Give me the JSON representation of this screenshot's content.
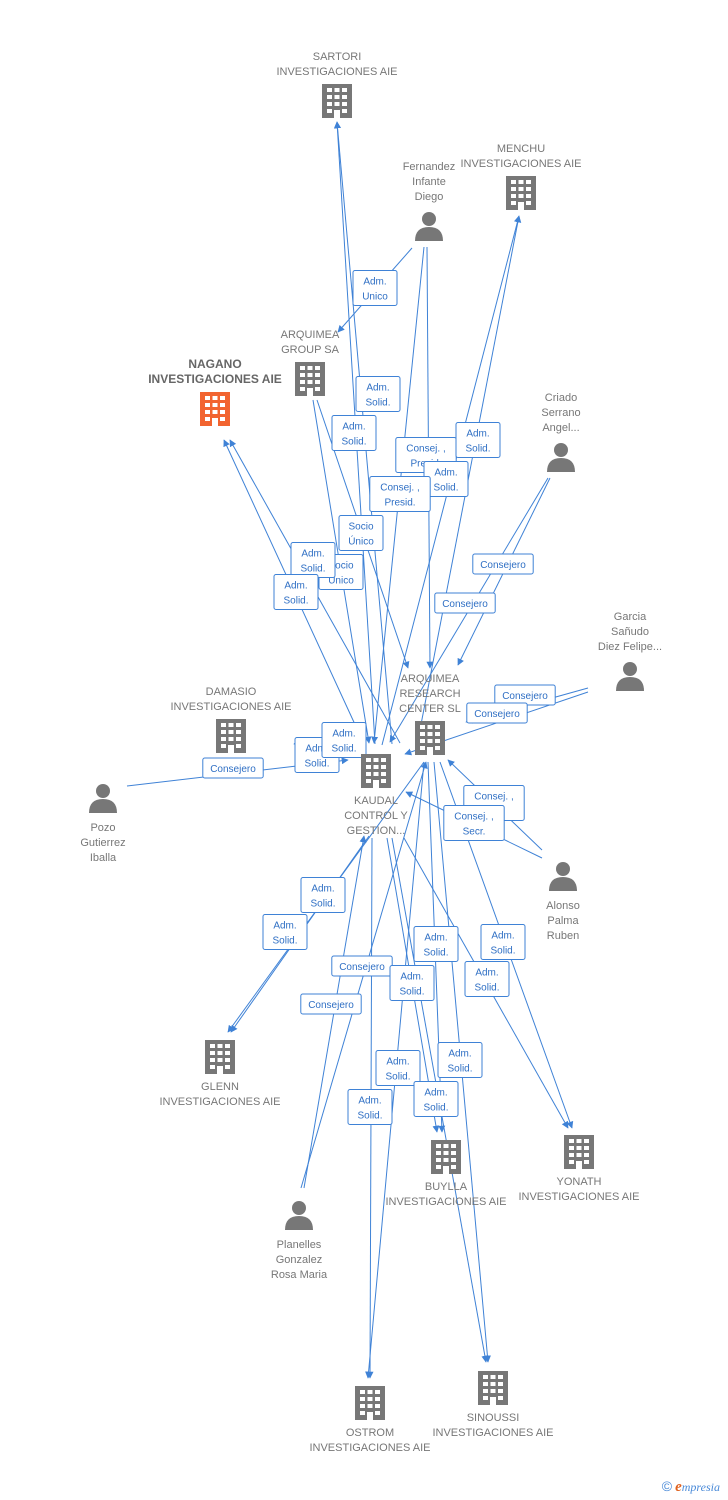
{
  "nodes": {
    "sartori": {
      "type": "company",
      "lines": [
        "SARTORI",
        "INVESTIGACIONES AIE"
      ]
    },
    "menchu": {
      "type": "company",
      "lines": [
        "MENCHU",
        "INVESTIGACIONES AIE"
      ]
    },
    "fernandez": {
      "type": "person",
      "lines": [
        "Fernandez",
        "Infante",
        "Diego"
      ]
    },
    "arquimea_group": {
      "type": "company",
      "lines": [
        "ARQUIMEA",
        "GROUP SA"
      ]
    },
    "nagano": {
      "type": "company",
      "highlight": true,
      "lines": [
        "NAGANO",
        "INVESTIGACIONES AIE"
      ]
    },
    "criado": {
      "type": "person",
      "lines": [
        "Criado",
        "Serrano",
        "Angel..."
      ]
    },
    "garcia": {
      "type": "person",
      "lines": [
        "Garcia",
        "Sañudo",
        "Diez Felipe..."
      ]
    },
    "arquimea_rc": {
      "type": "company",
      "lines": [
        "ARQUIMEA",
        "RESEARCH",
        "CENTER  SL"
      ]
    },
    "damasio": {
      "type": "company",
      "lines": [
        "DAMASIO",
        "INVESTIGACIONES AIE"
      ]
    },
    "kaudal": {
      "type": "company",
      "lines": [
        "KAUDAL",
        "CONTROL Y",
        "GESTION..."
      ]
    },
    "pozo": {
      "type": "person",
      "lines": [
        "Pozo",
        "Gutierrez",
        "Iballa"
      ]
    },
    "alonso": {
      "type": "person",
      "lines": [
        "Alonso",
        "Palma",
        "Ruben"
      ]
    },
    "glenn": {
      "type": "company",
      "lines": [
        "GLENN",
        "INVESTIGACIONES AIE"
      ]
    },
    "yonath": {
      "type": "company",
      "lines": [
        "YONATH",
        "INVESTIGACIONES AIE"
      ]
    },
    "buylla": {
      "type": "company",
      "lines": [
        "BUYLLA",
        "INVESTIGACIONES AIE"
      ]
    },
    "planelles": {
      "type": "person",
      "lines": [
        "Planelles",
        "Gonzalez",
        "Rosa Maria"
      ]
    },
    "ostrom": {
      "type": "company",
      "lines": [
        "OSTROM",
        "INVESTIGACIONES AIE"
      ]
    },
    "sinoussi": {
      "type": "company",
      "lines": [
        "SINOUSSI",
        "INVESTIGACIONES AIE"
      ]
    }
  },
  "edge_labels": {
    "adm_unico": [
      "Adm.",
      "Unico"
    ],
    "adm_solid": [
      "Adm.",
      "Solid."
    ],
    "consej_presid": [
      "Consej. ,",
      "Presid."
    ],
    "socio_unico": [
      "Socio",
      "Único"
    ],
    "consejero": [
      "Consejero"
    ],
    "consej_secr": [
      "Consej. ,",
      "Secr."
    ]
  },
  "footer": {
    "copyright": "©",
    "brand_initial": "e",
    "brand_rest": "mpresia"
  },
  "colors": {
    "edge": "#3f82d6",
    "node": "#777777",
    "highlight": "#f26430"
  }
}
